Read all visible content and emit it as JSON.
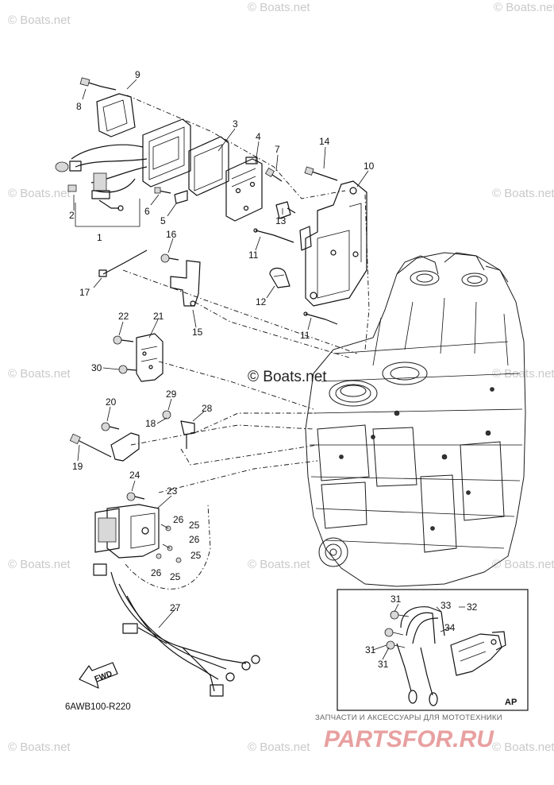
{
  "watermark": {
    "text": "© Boats.net",
    "center_text": "© Boats.net"
  },
  "callouts": [
    "9",
    "8",
    "3",
    "4",
    "7",
    "14",
    "10",
    "1",
    "2",
    "6",
    "5",
    "13",
    "11",
    "16",
    "17",
    "12",
    "15",
    "11",
    "22",
    "21",
    "30",
    "20",
    "29",
    "28",
    "18",
    "19",
    "24",
    "23",
    "26",
    "25",
    "26",
    "25",
    "26",
    "25",
    "27",
    "31",
    "33",
    "32",
    "34",
    "31",
    "31"
  ],
  "diagram_ref": "6AWB100-R220",
  "fwd_label": "FWD",
  "inset": {
    "label": "AP"
  },
  "brand": {
    "subtitle": "ЗАПЧАСТИ И АКСЕССУАРЫ ДЛЯ МОТОТЕХНИКИ",
    "name": "PARTSFOR.RU"
  }
}
